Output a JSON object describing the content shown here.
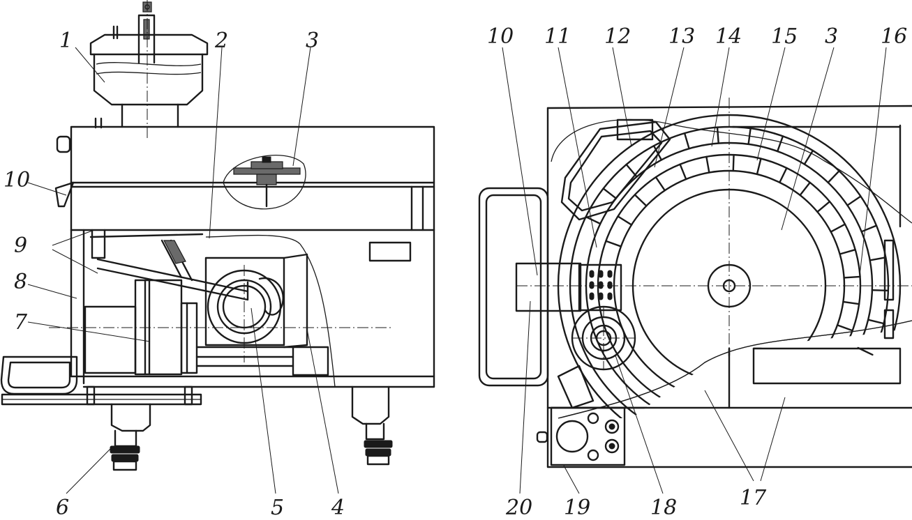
{
  "callouts_left": [
    {
      "id": "1",
      "label": "1"
    },
    {
      "id": "2",
      "label": "2"
    },
    {
      "id": "3",
      "label": "3"
    },
    {
      "id": "10",
      "label": "10"
    },
    {
      "id": "9",
      "label": "9"
    },
    {
      "id": "8",
      "label": "8"
    },
    {
      "id": "7",
      "label": "7"
    },
    {
      "id": "6",
      "label": "6"
    },
    {
      "id": "5",
      "label": "5"
    },
    {
      "id": "4",
      "label": "4"
    }
  ],
  "callouts_right": [
    {
      "id": "10",
      "label": "10"
    },
    {
      "id": "11",
      "label": "11"
    },
    {
      "id": "12",
      "label": "12"
    },
    {
      "id": "13",
      "label": "13"
    },
    {
      "id": "14",
      "label": "14"
    },
    {
      "id": "15",
      "label": "15"
    },
    {
      "id": "3",
      "label": "3"
    },
    {
      "id": "16",
      "label": "16"
    },
    {
      "id": "20",
      "label": "20"
    },
    {
      "id": "19",
      "label": "19"
    },
    {
      "id": "18",
      "label": "18"
    },
    {
      "id": "17",
      "label": "17"
    }
  ]
}
